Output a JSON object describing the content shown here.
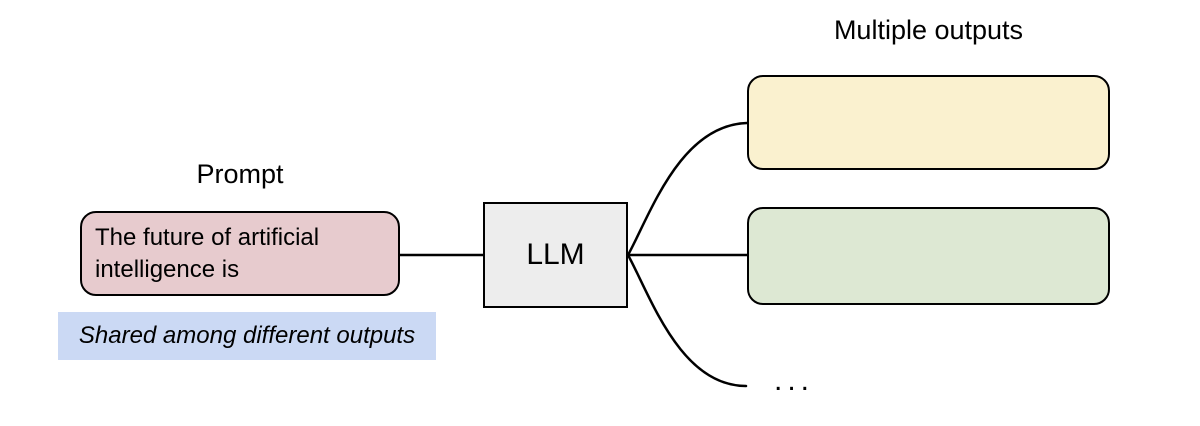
{
  "diagram": {
    "prompt": {
      "label": "Prompt",
      "text": "The future of artificial intelligence is",
      "note": "Shared among different outputs"
    },
    "llm": {
      "label": "LLM"
    },
    "outputs": {
      "label": "Multiple outputs",
      "ellipsis": "..."
    },
    "colors": {
      "prompt_fill": "#e7cbce",
      "note_fill": "#cbd9f4",
      "llm_fill": "#ededed",
      "output1_fill": "#faf1cf",
      "output2_fill": "#dde8d3",
      "stroke": "#000000"
    }
  }
}
